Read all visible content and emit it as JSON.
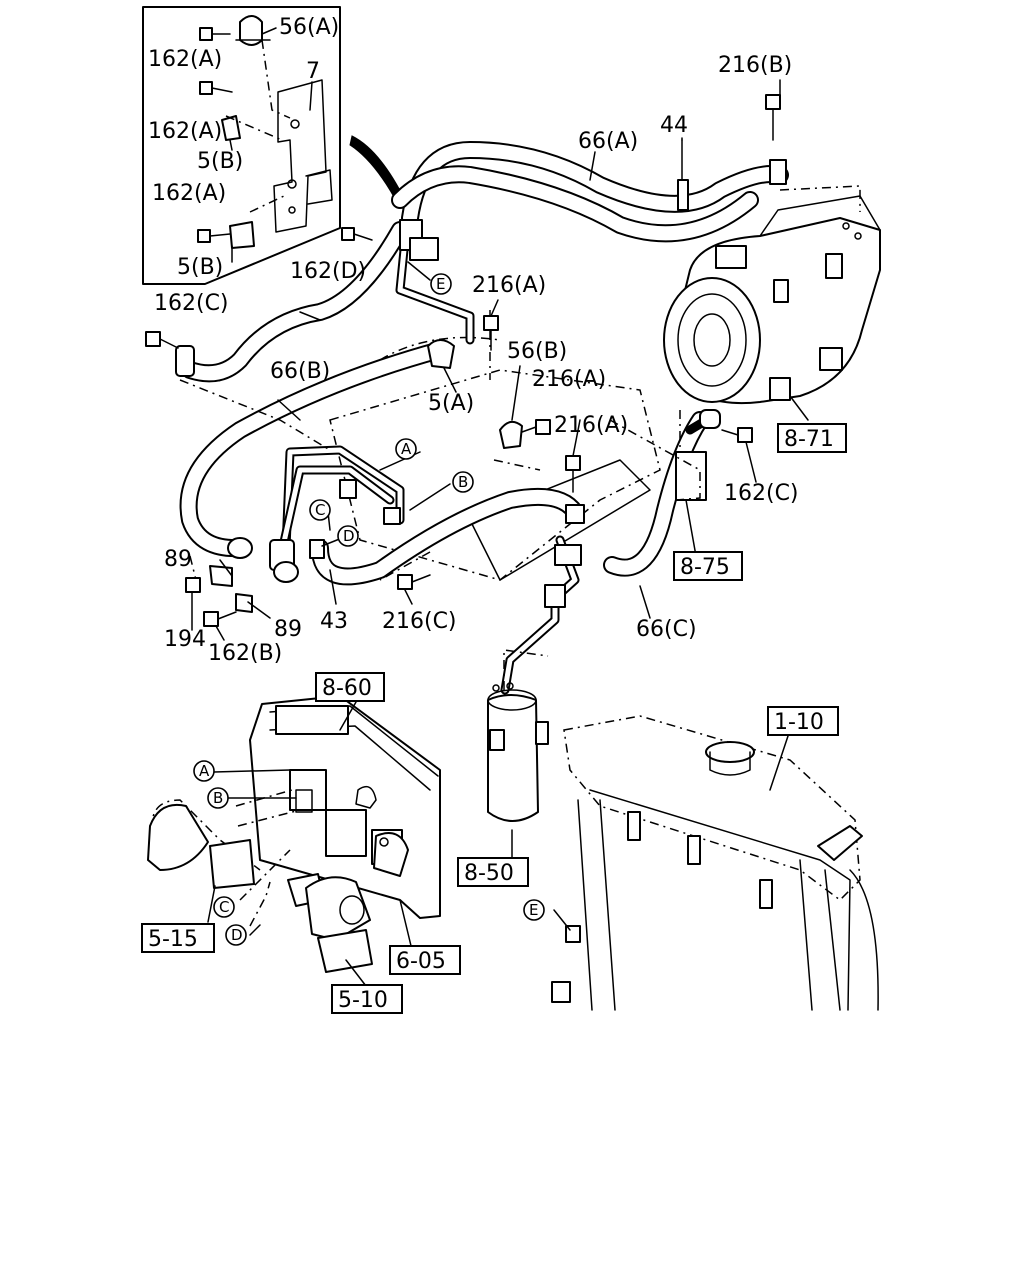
{
  "part_labels": [
    "56(A)",
    "162(A)",
    "7",
    "162(A)",
    "5(B)",
    "162(A)",
    "5(B)",
    "162(D)",
    "162(C)",
    "66(B)",
    "216(A)",
    "56(B)",
    "216(A)",
    "5(A)",
    "216(A)",
    "66(A)",
    "44",
    "216(B)",
    "162(C)",
    "89",
    "194",
    "162(B)",
    "89",
    "43",
    "216(C)",
    "66(C)"
  ],
  "ref_boxes": [
    "8-71",
    "8-75",
    "8-60",
    "1-10",
    "8-50",
    "5-15",
    "6-05",
    "5-10"
  ],
  "connectors": [
    "A",
    "B",
    "C",
    "D",
    "E",
    "A",
    "B",
    "C",
    "D",
    "E"
  ]
}
